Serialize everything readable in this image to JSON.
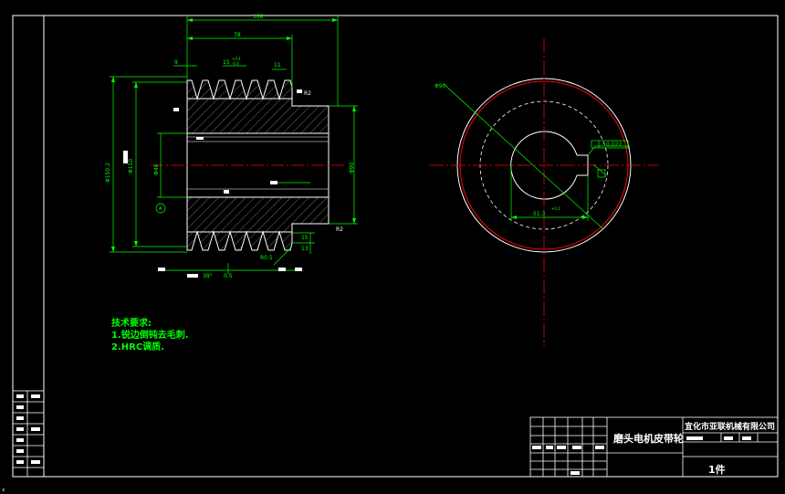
{
  "dimensions": {
    "length_total": "108",
    "length_hub": "78",
    "pitch_small": "9",
    "pitch_tol": "15",
    "tol_plus": "+0.4",
    "tol_minus": "-0.4",
    "groove_width": "11",
    "d_outer": "Φ150.2",
    "d_hub": "Φ110",
    "d_bore": "Φ48",
    "d_right": "Φ90",
    "roughness_a": "R2",
    "roughness_b": "R2",
    "width_15": "15",
    "width_13": "13",
    "width_s": "R0.5",
    "angle": "38°",
    "chamfer": "0.5",
    "circle_label": "Φ90",
    "tol_frame": "0.022",
    "keyway": "51.3",
    "keyway_tol": "+0.2",
    "datum": "A"
  },
  "notes": {
    "title": "技术要求:",
    "line1": "1.锐边倒钝去毛刺.",
    "line2": "2.HRC调质."
  },
  "title_block": {
    "part_name": "磨头电机皮带轮",
    "company": "宜化市亚联机械有限公司",
    "quantity": "1件"
  }
}
